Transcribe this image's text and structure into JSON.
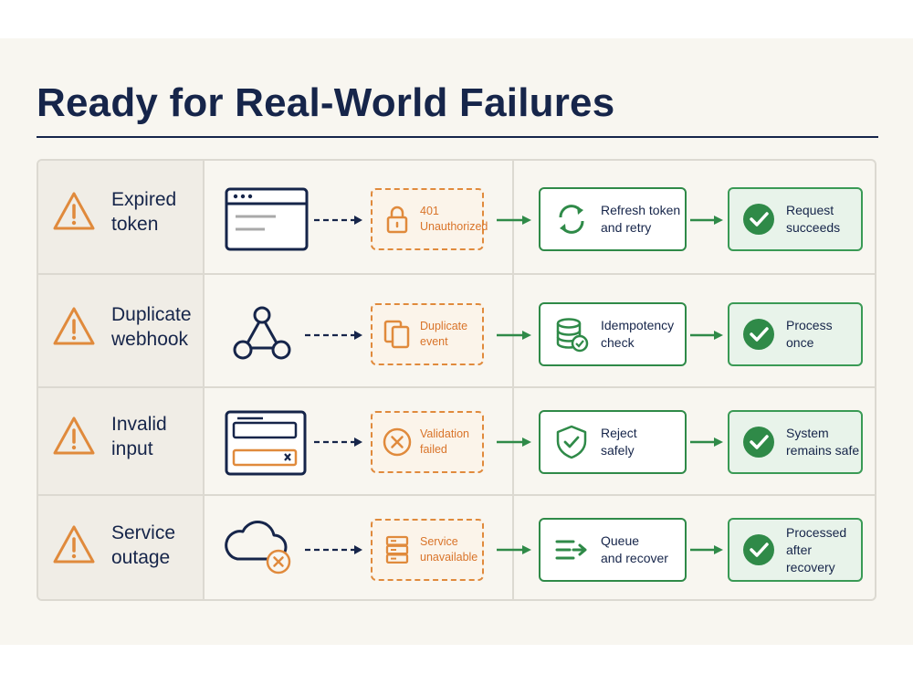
{
  "title": "Ready for Real-World Failures",
  "colors": {
    "navy": "#16254a",
    "orange": "#e08a3c",
    "green": "#2f8a48",
    "outcome_fill": "#e8f3ea",
    "background": "#f8f6f0"
  },
  "rows": [
    {
      "scenario": "Expired\ntoken",
      "source_icon": "browser-window-icon",
      "failure": "401\nUnauthorized",
      "failure_icon": "lock-icon",
      "mitigation": "Refresh token\nand retry",
      "mitigation_icon": "refresh-icon",
      "outcome": "Request\nsucceeds",
      "outcome_icon": "check-circle-icon"
    },
    {
      "scenario": "Duplicate\nwebhook",
      "source_icon": "webhook-icon",
      "failure": "Duplicate\nevent",
      "failure_icon": "duplicate-pages-icon",
      "mitigation": "Idempotency\ncheck",
      "mitigation_icon": "database-check-icon",
      "outcome": "Process\nonce",
      "outcome_icon": "check-circle-icon"
    },
    {
      "scenario": "Invalid\ninput",
      "source_icon": "form-input-icon",
      "failure": "Validation\nfailed",
      "failure_icon": "x-circle-icon",
      "mitigation": "Reject\nsafely",
      "mitigation_icon": "shield-check-icon",
      "outcome": "System\nremains safe",
      "outcome_icon": "check-circle-icon"
    },
    {
      "scenario": "Service\noutage",
      "source_icon": "cloud-error-icon",
      "failure": "Service\nunavailable",
      "failure_icon": "server-icon",
      "mitigation": "Queue\nand recover",
      "mitigation_icon": "queue-icon",
      "outcome": "Processed\nafter recovery",
      "outcome_icon": "check-circle-icon"
    }
  ]
}
